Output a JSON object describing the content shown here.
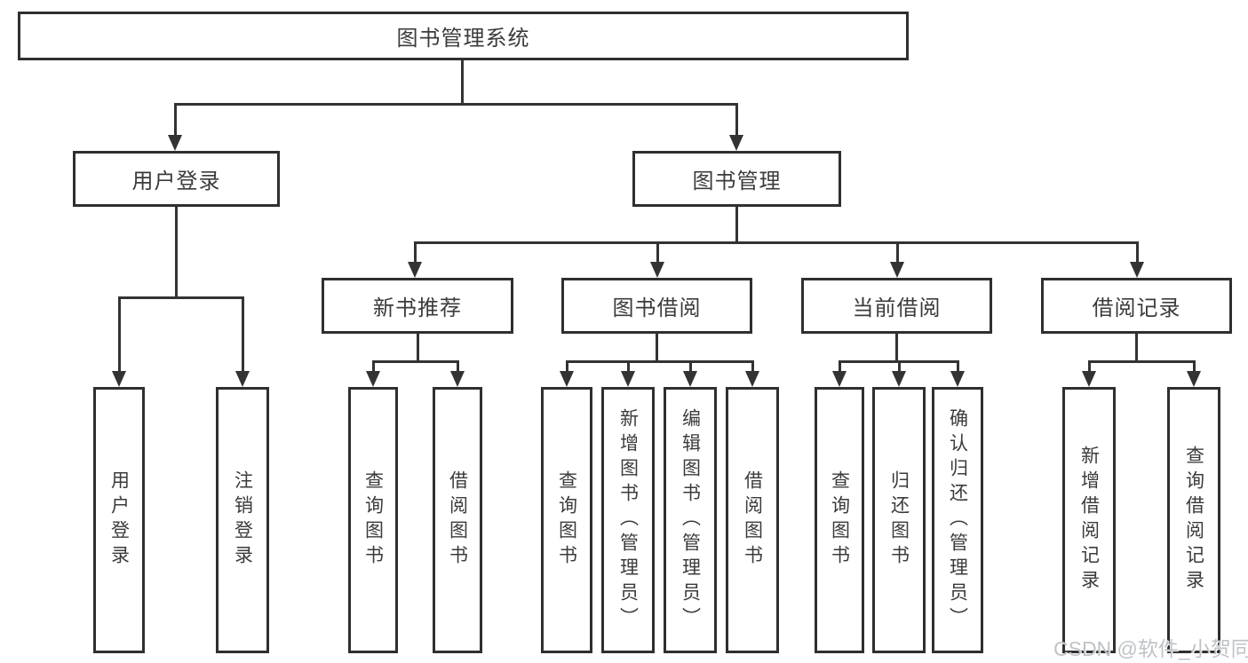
{
  "diagram": {
    "root": {
      "label": "图书管理系统"
    },
    "user_login": {
      "label": "用户登录",
      "children": [
        {
          "label": "用户登录"
        },
        {
          "label": "注销登录"
        }
      ]
    },
    "book_mgmt": {
      "label": "图书管理",
      "children": [
        {
          "label": "新书推荐",
          "children": [
            {
              "label": "查询图书"
            },
            {
              "label": "借阅图书"
            }
          ]
        },
        {
          "label": "图书借阅",
          "children": [
            {
              "label": "查询图书"
            },
            {
              "label": "新增图书（管理员）"
            },
            {
              "label": "编辑图书（管理员）"
            },
            {
              "label": "借阅图书"
            }
          ]
        },
        {
          "label": "当前借阅",
          "children": [
            {
              "label": "查询图书"
            },
            {
              "label": "归还图书"
            },
            {
              "label": "确认归还（管理员）"
            }
          ]
        },
        {
          "label": "借阅记录",
          "children": [
            {
              "label": "新增借阅记录"
            },
            {
              "label": "查询借阅记录"
            }
          ]
        }
      ]
    }
  },
  "watermark": {
    "text": "CSDN @软件_小贺同学"
  },
  "colors": {
    "line": "#333333",
    "border": "#2f2f2f",
    "text": "#3b3b3b",
    "watermark_text": "#bfc3c6",
    "background": "#ffffff"
  }
}
